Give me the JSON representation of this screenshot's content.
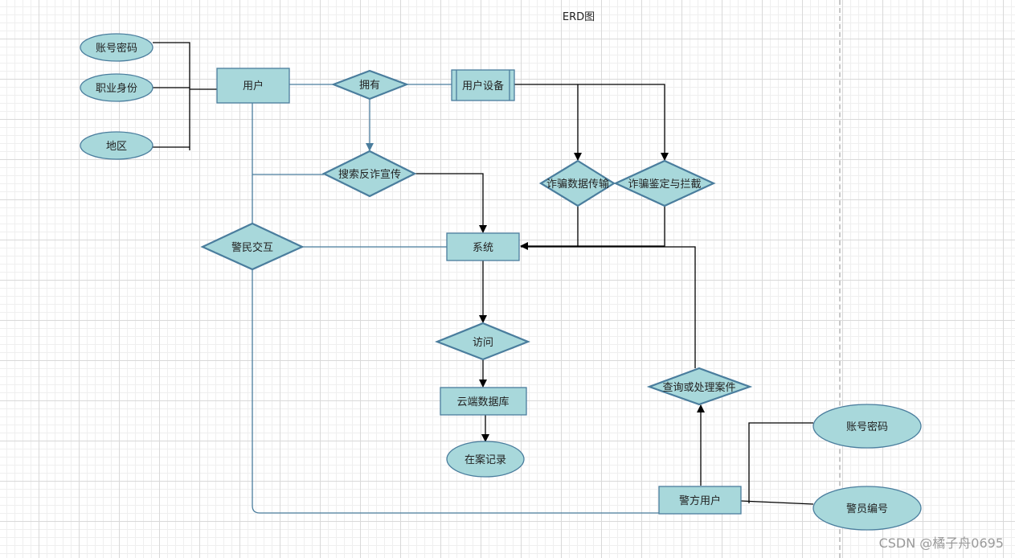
{
  "title": "ERD图",
  "watermark": "CSDN @橘子舟0695",
  "colors": {
    "fill": "#a8d8db",
    "stroke": "#4a7d9d",
    "line": "#4a7d9d",
    "arrow": "#000000"
  },
  "nodes": {
    "attr_account_1": "账号密码",
    "attr_occupation": "职业身份",
    "attr_region": "地区",
    "user": "用户",
    "rel_own": "拥有",
    "user_device": "用户设备",
    "rel_search": "搜索反诈宣传",
    "rel_fraud_transfer": "诈骗数据传输",
    "rel_fraud_detect": "诈骗鉴定与拦截",
    "rel_police_interact": "警民交互",
    "system": "系统",
    "rel_access": "访问",
    "cloud_db": "云端数据库",
    "attr_case_record": "在案记录",
    "rel_query_case": "查询或处理案件",
    "police_user": "警方用户",
    "attr_account_2": "账号密码",
    "attr_police_id": "警员编号"
  }
}
